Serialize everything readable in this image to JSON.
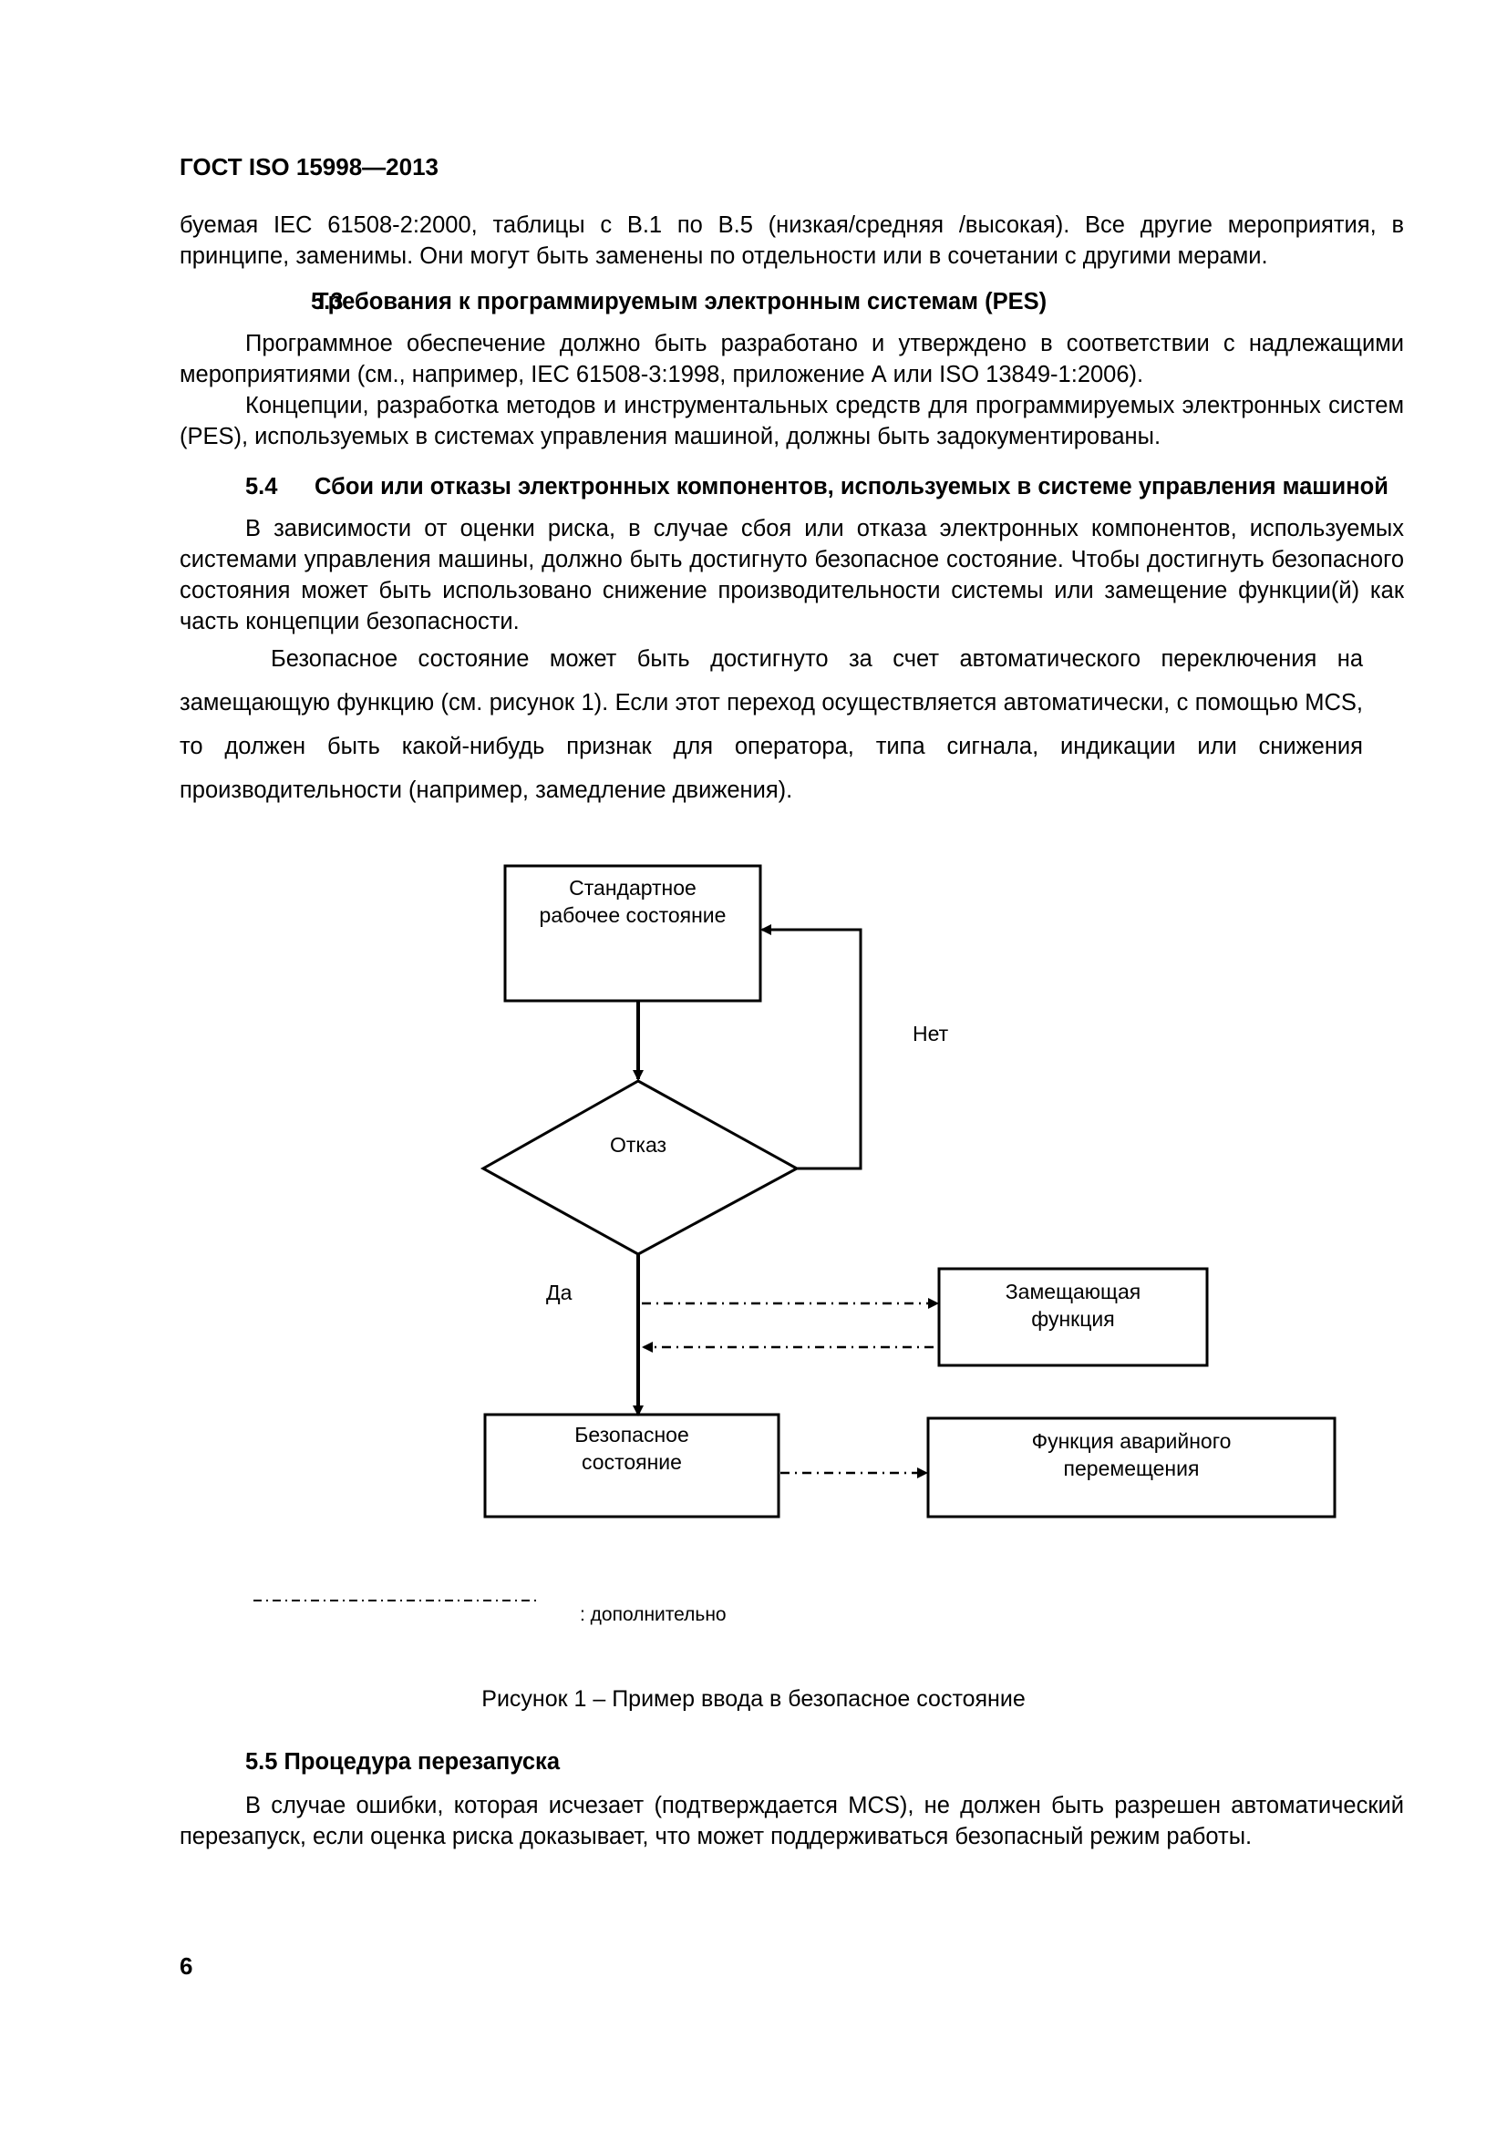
{
  "header": {
    "doc_code": "ГОСТ ISO 15998—2013"
  },
  "intro": {
    "line1": "буемая IEC 61508-2:2000, таблицы с В.1 по В.5 (низкая/средняя /высокая). Все другие мероприятия, в",
    "line2": "принципе, заменимы. Они могут быть заменены по отдельности или в сочетании с другими мерами."
  },
  "section53": {
    "num": "5.3",
    "title": "Требования к программируемым электронным системам (PES)",
    "p1": "Программное обеспечение должно быть разработано и утверждено в соответствии с надлежащими мероприятиями (см., например, IEC 61508-3:1998, приложение А или ISO 13849-1:2006).",
    "p2": "Концепции, разработка методов и инструментальных средств для программируемых электронных систем (PES), используемых в системах управления машиной, должны быть задокументированы."
  },
  "section54": {
    "num": "5.4",
    "title": "Сбои или отказы электронных компонентов, используемых в системе управления машиной",
    "p1": "В зависимости от оценки риска, в случае сбоя или отказа электронных компонентов, используемых системами управления машины, должно быть достигнуто безопасное состояние. Чтобы достигнуть безопасного состояния может быть использовано снижение производительности системы или замещение функции(й) как часть концепции безопасности.",
    "p2": "Безопасное состояние может быть достигнуто за счет автоматического переключения на замещающую функцию (см. рисунок 1). Если этот переход осуществляется автоматически, с помощью MCS, то должен быть какой-нибудь признак для оператора, типа сигнала, индикации или снижения производительности (например, замедление движения)."
  },
  "figure": {
    "box_standard_l1": "Стандартное",
    "box_standard_l2": "рабочее состояние",
    "decision": "Отказ",
    "label_no": "Нет",
    "label_yes": "Да",
    "box_substitute_l1": "Замещающая",
    "box_substitute_l2": "функция",
    "box_safe_l1": "Безопасное",
    "box_safe_l2": "состояние",
    "box_emergency_l1": "Функция аварийного",
    "box_emergency_l2": "перемещения",
    "legend": ":  дополнительно",
    "caption": "Рисунок 1 – Пример ввода в безопасное состояние"
  },
  "section55": {
    "title": "5.5 Процедура перезапуска",
    "p1": "В случае ошибки, которая исчезает (подтверждается MCS), не должен быть разрешен автоматический перезапуск, если оценка риска доказывает, что может поддерживаться безопасный режим работы."
  },
  "footer": {
    "page_number": "6"
  }
}
